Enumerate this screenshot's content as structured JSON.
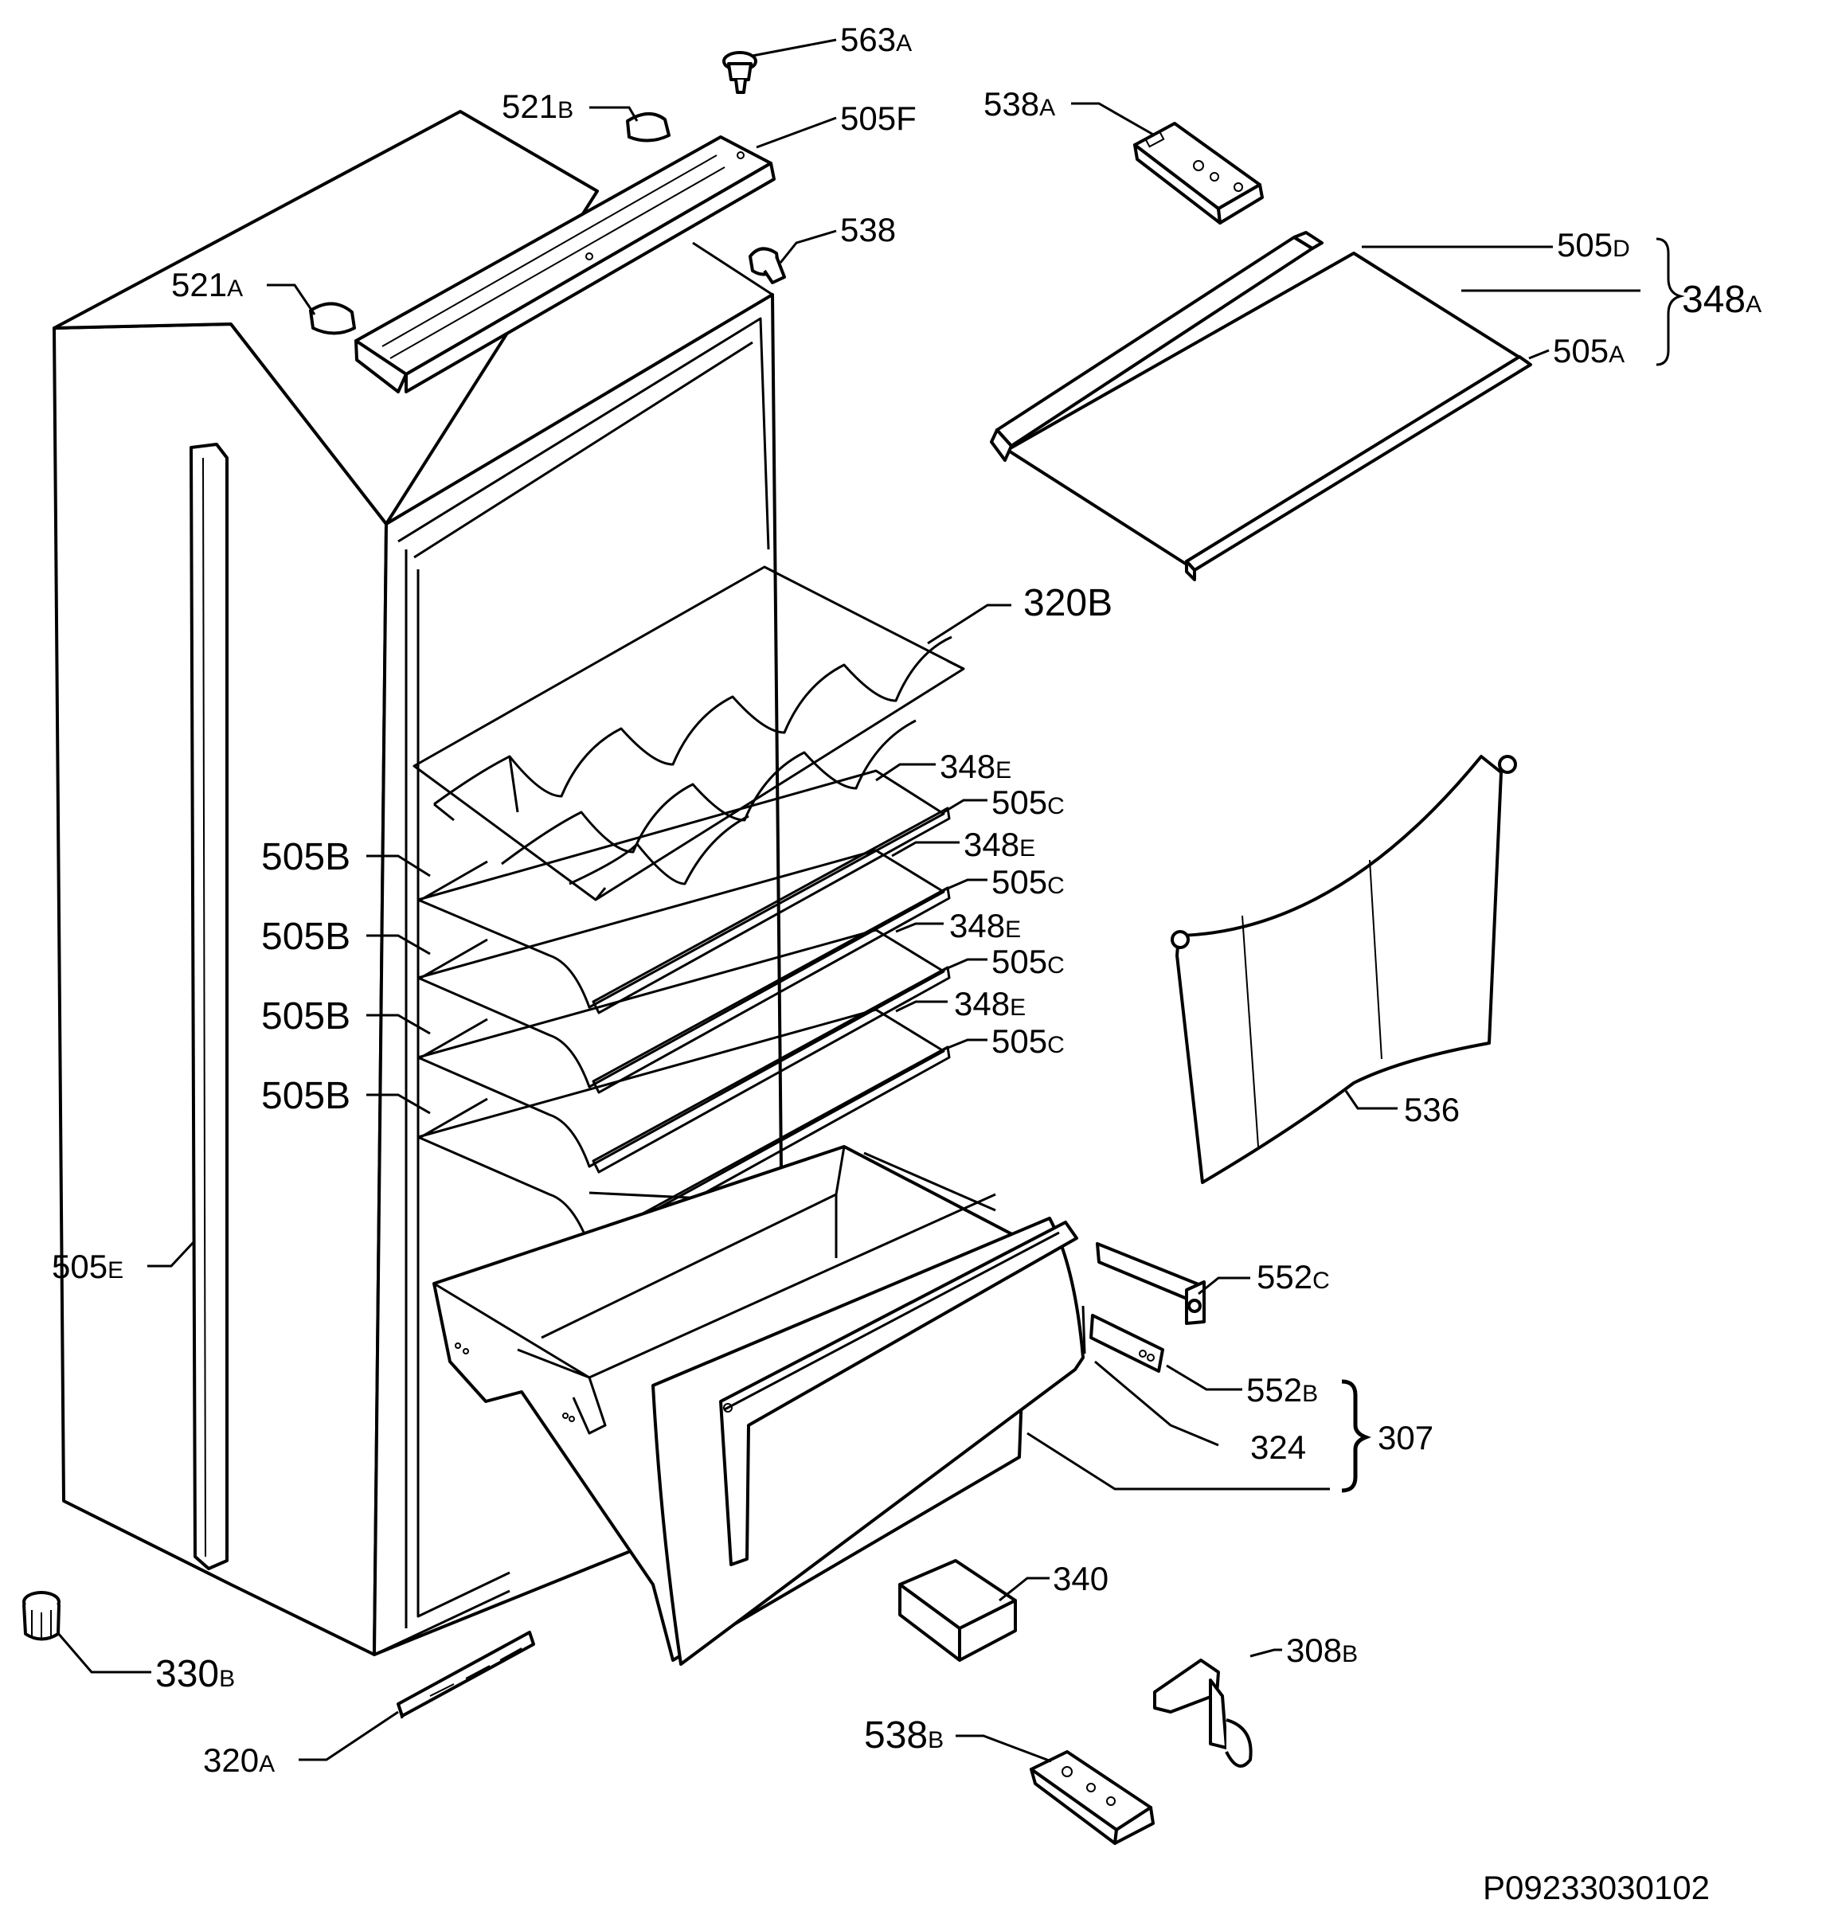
{
  "diagram": {
    "doc_code": "P09233030102",
    "callouts": {
      "c563A": {
        "num": "563",
        "suffix": "A"
      },
      "c521B": {
        "num": "521",
        "suffix": "B"
      },
      "c505F": {
        "num": "505F",
        "suffix": ""
      },
      "c538A": {
        "num": "538",
        "suffix": "A"
      },
      "c538": {
        "num": "538",
        "suffix": ""
      },
      "c521A": {
        "num": "521",
        "suffix": "A"
      },
      "c505D": {
        "num": "505",
        "suffix": "D"
      },
      "c348A": {
        "num": "348",
        "suffix": "A"
      },
      "c505A": {
        "num": "505",
        "suffix": "A"
      },
      "c320B": {
        "num": "320B",
        "suffix": ""
      },
      "c348E_1": {
        "num": "348",
        "suffix": "E"
      },
      "c505C_1": {
        "num": "505",
        "suffix": "C"
      },
      "c348E_2": {
        "num": "348",
        "suffix": "E"
      },
      "c505C_2": {
        "num": "505",
        "suffix": "C"
      },
      "c348E_3": {
        "num": "348",
        "suffix": "E"
      },
      "c505C_3": {
        "num": "505",
        "suffix": "C"
      },
      "c348E_4": {
        "num": "348",
        "suffix": "E"
      },
      "c505C_4": {
        "num": "505",
        "suffix": "C"
      },
      "c505B_1": {
        "num": "505B",
        "suffix": ""
      },
      "c505B_2": {
        "num": "505B",
        "suffix": ""
      },
      "c505B_3": {
        "num": "505B",
        "suffix": ""
      },
      "c505B_4": {
        "num": "505B",
        "suffix": ""
      },
      "c536": {
        "num": "536",
        "suffix": ""
      },
      "c505E": {
        "num": "505",
        "suffix": "E"
      },
      "c552C": {
        "num": "552",
        "suffix": "C"
      },
      "c552B": {
        "num": "552",
        "suffix": "B"
      },
      "c307": {
        "num": "307",
        "suffix": ""
      },
      "c324": {
        "num": "324",
        "suffix": ""
      },
      "c340": {
        "num": "340",
        "suffix": ""
      },
      "c330B": {
        "num": "330",
        "suffix": "B"
      },
      "c308B": {
        "num": "308",
        "suffix": "B"
      },
      "c538B": {
        "num": "538",
        "suffix": "B"
      },
      "c320A": {
        "num": "320",
        "suffix": "A"
      }
    }
  }
}
